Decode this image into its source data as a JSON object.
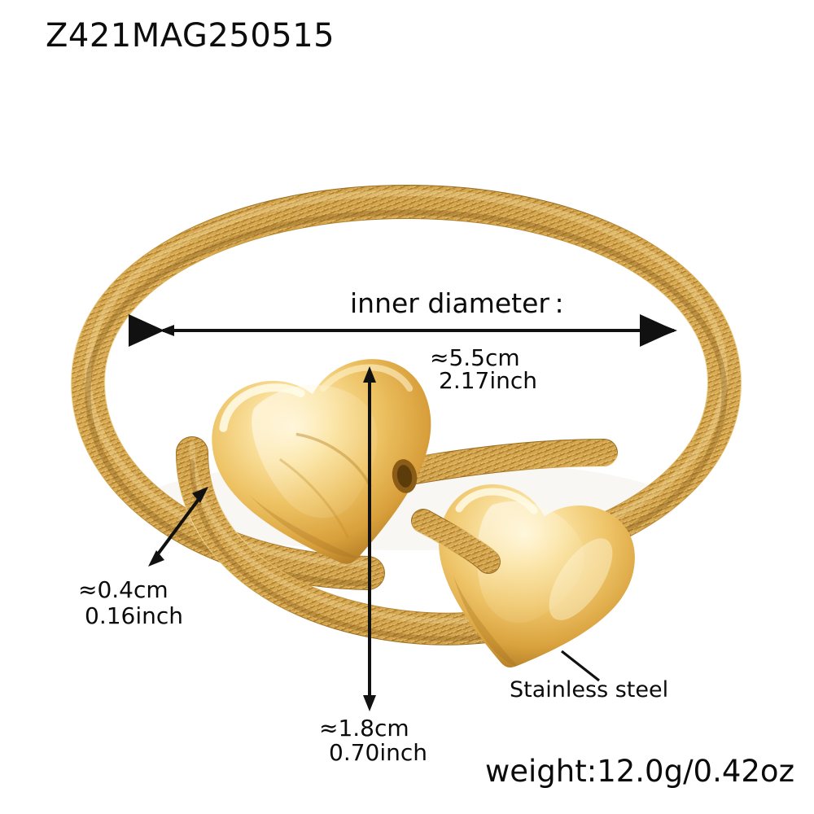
{
  "product": {
    "sku": "Z421MAG250515",
    "material_label": "Stainless steel",
    "weight_label": "weight:12.0g/0.42oz"
  },
  "measurements": {
    "inner_diameter": {
      "label": "inner diameter :",
      "cm": "≈5.5cm",
      "inch": "2.17inch"
    },
    "band_thickness": {
      "cm": "≈0.4cm",
      "inch": "0.16inch"
    },
    "height": {
      "cm": "≈1.8cm",
      "inch": "0.70inch"
    }
  },
  "colors": {
    "background": "#ffffff",
    "text": "#0b0b0b",
    "arrow": "#111111",
    "gold_light": "#f3d98a",
    "gold_mid": "#e0b24e",
    "gold_deep": "#b8832b",
    "gold_shadow": "#8a5d18",
    "mesh_pale": "#cfa659",
    "heart_highlight": "#fff4cf"
  },
  "icons": {
    "arrow_double": "double-headed-arrow",
    "arrow_horizontal": "horizontal-dimension-arrow",
    "arrow_vertical": "vertical-dimension-arrow",
    "leader": "leader-line"
  }
}
